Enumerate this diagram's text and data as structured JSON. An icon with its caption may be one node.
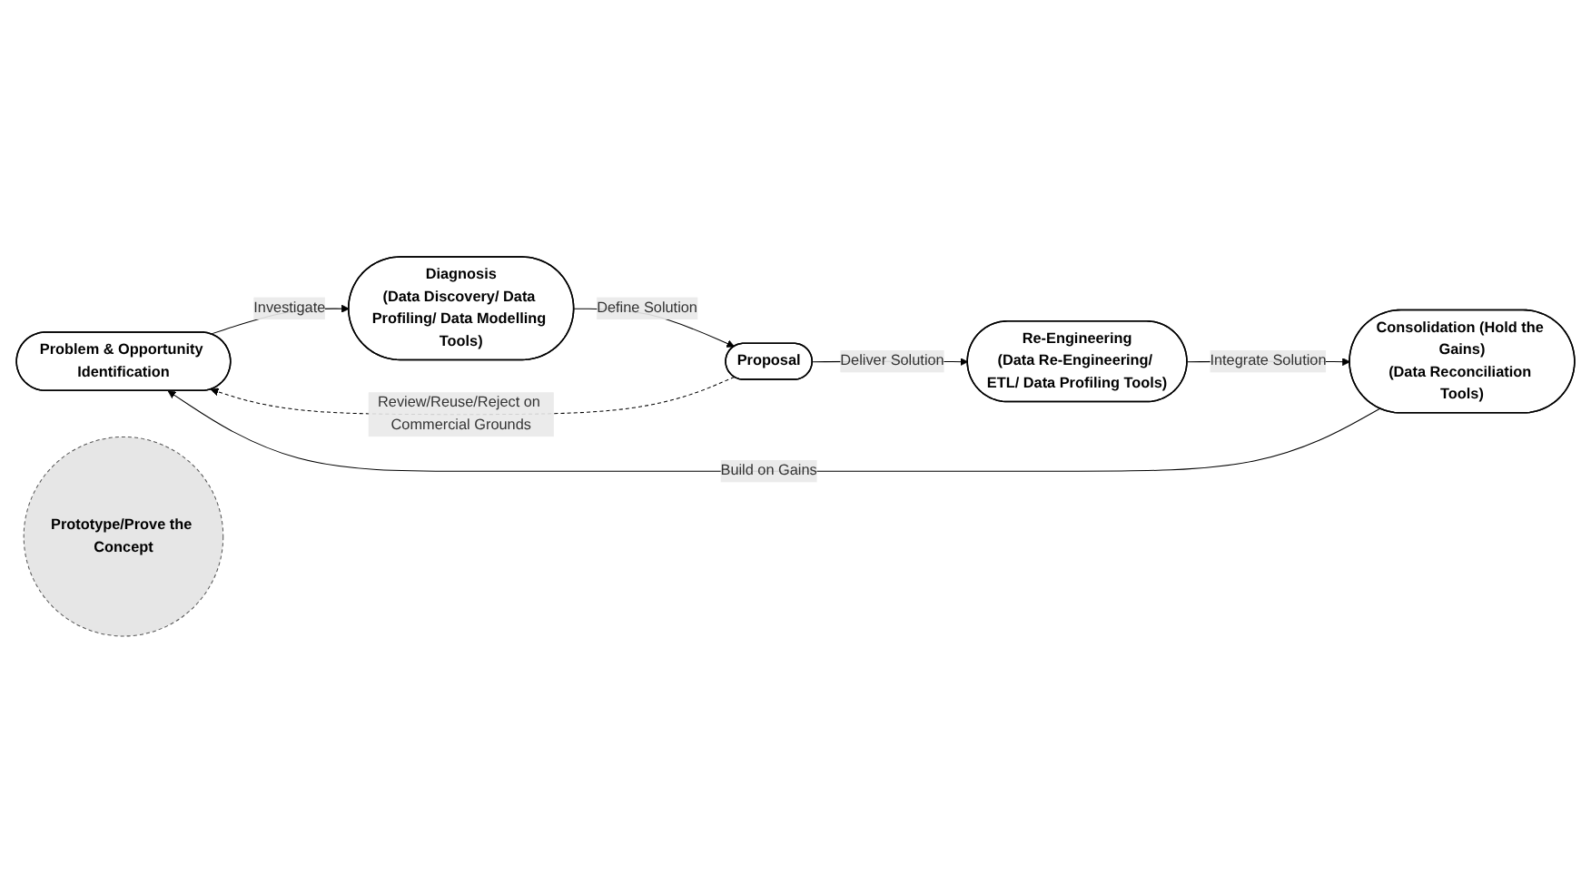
{
  "diagram": {
    "nodes": [
      {
        "text": [
          "Problem & Opportunity Identification"
        ]
      },
      {
        "text": [
          "Diagnosis",
          "(Data Discovery/ Data Profiling/ Data Modelling Tools)"
        ]
      },
      {
        "text": [
          "Proposal"
        ]
      },
      {
        "text": [
          "Prototype/Prove the Concept"
        ]
      },
      {
        "text": [
          "Re-Engineering",
          "(Data Re-Engineering/ ETL/ Data Profiling Tools)"
        ]
      },
      {
        "text": [
          "Consolidation (Hold the Gains)",
          "(Data Reconciliation Tools)"
        ]
      }
    ],
    "edges": [
      {
        "from": 2,
        "to": 0,
        "arrow": "to",
        "label": "Review/Reuse/Reject on Commercial Grounds",
        "style": "dashed"
      },
      {
        "from": 0,
        "to": 1,
        "arrow": "to",
        "label": "Investigate"
      },
      {
        "from": 1,
        "to": 2,
        "arrow": "to",
        "label": "Define Solution"
      },
      {
        "from": 2,
        "to": 4,
        "arrow": "to",
        "label": "Deliver Solution"
      },
      {
        "from": 4,
        "to": 5,
        "arrow": "to",
        "label": "Integrate Solution"
      },
      {
        "from": 5,
        "to": 0,
        "arrow": "to",
        "label": "Build on Gains"
      }
    ]
  }
}
